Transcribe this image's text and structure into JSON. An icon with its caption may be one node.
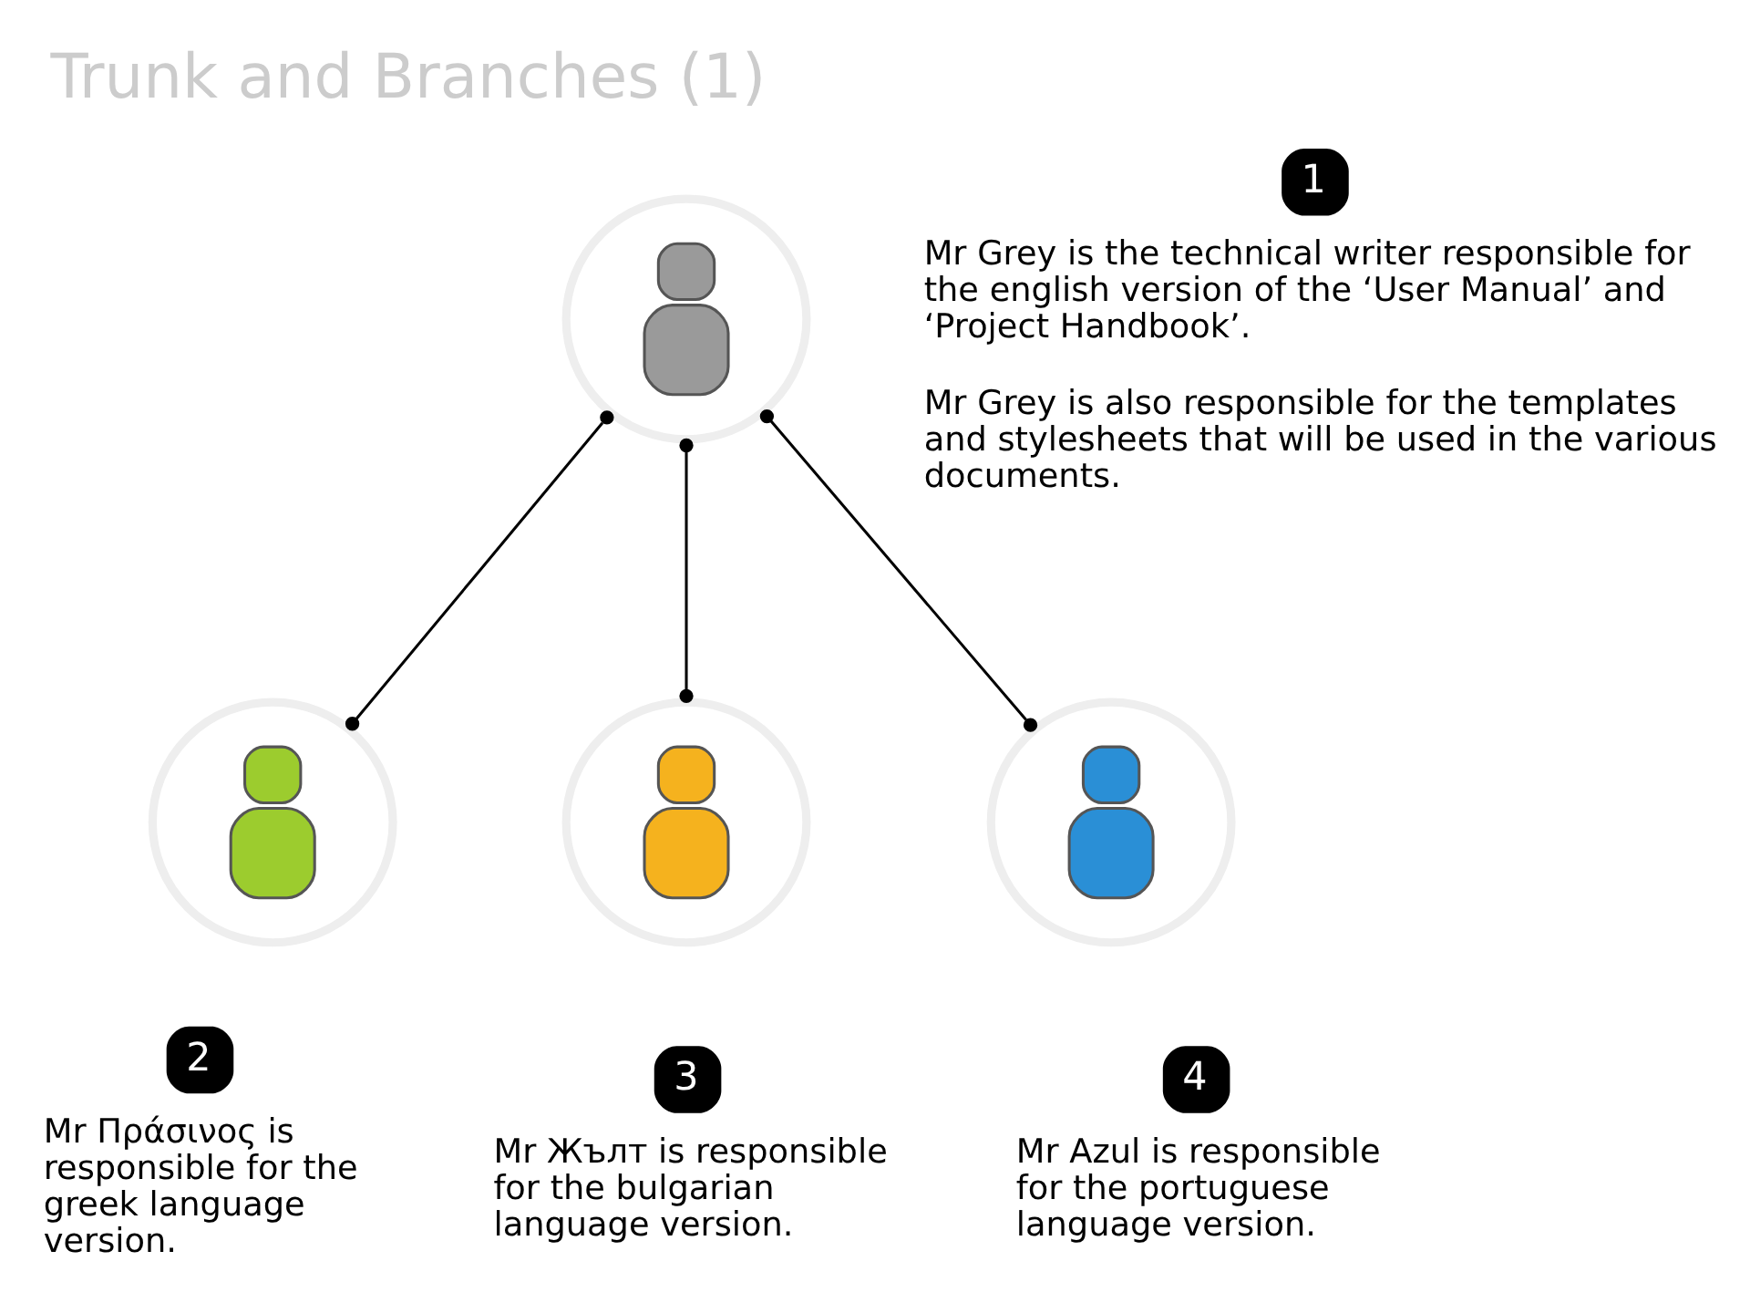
{
  "diagram": {
    "title": "Trunk and Branches (1)",
    "nodes": [
      {
        "text": [],
        "shape": "person",
        "beside": [
          "1",
          "Mr Grey is the technical writer responsible for the english version of the ‘User Manual’ and ‘Project Handbook’.",
          "Mr Grey is also responsible for the templates and stylesheets that will be used in the various documents."
        ]
      },
      {
        "text": [],
        "shape": "person",
        "beside": [
          "2",
          "Mr Πράσινος is responsible for the greek language version."
        ]
      },
      {
        "text": [],
        "shape": "person",
        "beside": [
          "3",
          "Mr Жълт is responsible for the bulgarian language version."
        ]
      },
      {
        "text": [],
        "shape": "person",
        "beside": [
          "4",
          "Mr Azul is responsible for the portuguese language version."
        ]
      }
    ],
    "edges": [
      {
        "from": 0,
        "to": 1,
        "arrow": "other"
      },
      {
        "from": 0,
        "to": 2,
        "arrow": "other"
      },
      {
        "from": 0,
        "to": 3,
        "arrow": "other"
      }
    ]
  }
}
